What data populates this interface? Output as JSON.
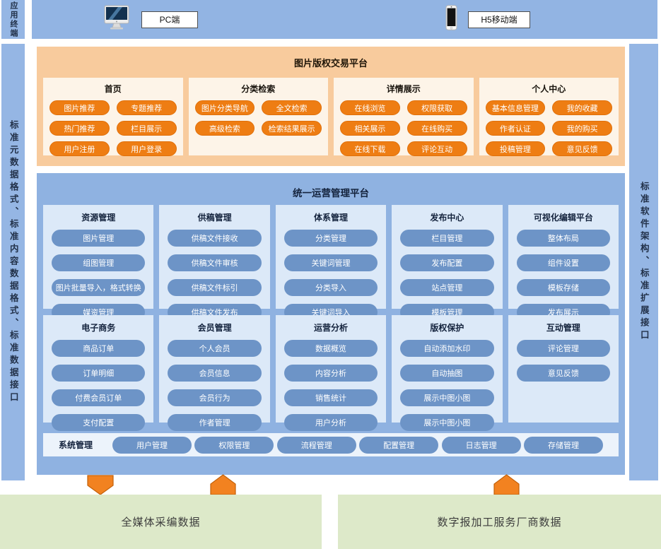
{
  "terminals": {
    "side_label": "应用终端",
    "pc_label": "PC端",
    "h5_label": "H5移动端"
  },
  "icons": {
    "pc": "desktop-monitor-icon",
    "h5": "smartphone-icon",
    "flow_down": "arrow-down",
    "flow_up": "arrow-up"
  },
  "rails": {
    "left": "标准元数据格式、标准内容数据格式、标准数据接口",
    "right": "标准软件架构、标准扩展接口"
  },
  "trading_platform": {
    "title": "图片版权交易平台",
    "groups": [
      {
        "title": "首页",
        "items": [
          "图片推荐",
          "专题推荐",
          "热门推荐",
          "栏目展示",
          "用户注册",
          "用户登录"
        ]
      },
      {
        "title": "分类检索",
        "items": [
          "图片分类导航",
          "全文检索",
          "高级检索",
          "检索结果展示"
        ]
      },
      {
        "title": "详情展示",
        "items": [
          "在线浏览",
          "权限获取",
          "相关展示",
          "在线购买",
          "在线下载",
          "评论互动"
        ]
      },
      {
        "title": "个人中心",
        "items": [
          "基本信息管理",
          "我的收藏",
          "作者认证",
          "我的购买",
          "投稿管理",
          "意见反馈"
        ]
      }
    ]
  },
  "ops_platform": {
    "title": "统一运营管理平台",
    "rows": [
      [
        {
          "title": "资源管理",
          "items": [
            "图片管理",
            "组图管理",
            "图片批量导入，格式转换",
            "媒资管理"
          ]
        },
        {
          "title": "供稿管理",
          "items": [
            "供稿文件接收",
            "供稿文件审核",
            "供稿文件标引",
            "供稿文件发布"
          ]
        },
        {
          "title": "体系管理",
          "items": [
            "分类管理",
            "关键词管理",
            "分类导入",
            "关键词导入"
          ]
        },
        {
          "title": "发布中心",
          "items": [
            "栏目管理",
            "发布配置",
            "站点管理",
            "模板管理"
          ]
        },
        {
          "title": "可视化编辑平台",
          "items": [
            "整体布局",
            "组件设置",
            "模板存储",
            "发布展示"
          ]
        }
      ],
      [
        {
          "title": "电子商务",
          "items": [
            "商品订单",
            "订单明细",
            "付费会员订单",
            "支付配置"
          ]
        },
        {
          "title": "会员管理",
          "items": [
            "个人会员",
            "会员信息",
            "会员行为",
            "作者管理"
          ]
        },
        {
          "title": "运营分析",
          "items": [
            "数据概览",
            "内容分析",
            "销售统计",
            "用户分析"
          ]
        },
        {
          "title": "版权保护",
          "items": [
            "自动添加水印",
            "自动抽图",
            "展示中图小图",
            "展示中图小图"
          ]
        },
        {
          "title": "互动管理",
          "items": [
            "评论管理",
            "意见反馈"
          ]
        }
      ]
    ],
    "system": {
      "title": "系统管理",
      "items": [
        "用户管理",
        "权限管理",
        "流程管理",
        "配置管理",
        "日志管理",
        "存储管理"
      ]
    }
  },
  "data_sources": [
    {
      "label": "全媒体采编数据"
    },
    {
      "label": "数字报加工服务厂商数据"
    }
  ],
  "colors": {
    "rail_blue": "#95b6e4",
    "topbar_blue": "#92b4e3",
    "trading_bg": "#f8cb9d",
    "trading_card": "#fdf4e8",
    "orange_pill": "#ee7d13",
    "ops_bg": "#8fb2e1",
    "ops_card": "#dce9f8",
    "blue_pill": "#6d94c7",
    "system_bar": "#ecf3fb",
    "source_green": "#dde9c9",
    "arrow_orange": "#f28220"
  }
}
